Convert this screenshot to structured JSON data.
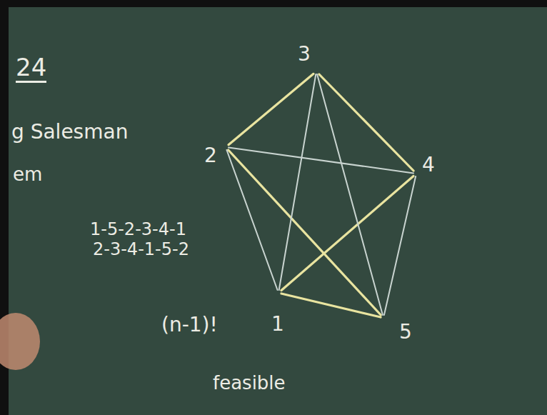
{
  "diagram": {
    "nodes": [
      {
        "text": [
          "3"
        ]
      },
      {
        "text": [
          "2"
        ]
      },
      {
        "text": [
          "4"
        ]
      },
      {
        "text": [
          "1"
        ]
      },
      {
        "text": [
          "5"
        ]
      }
    ],
    "edges": [
      {
        "from": 1,
        "to": 0,
        "arrow": "none"
      },
      {
        "from": 0,
        "to": 2,
        "arrow": "none"
      },
      {
        "from": 2,
        "to": 3,
        "arrow": "none"
      },
      {
        "from": 3,
        "to": 4,
        "arrow": "none"
      },
      {
        "from": 4,
        "to": 1,
        "arrow": "none"
      },
      {
        "from": 1,
        "to": 2,
        "arrow": "none"
      },
      {
        "from": 0,
        "to": 3,
        "arrow": "none"
      },
      {
        "from": 0,
        "to": 4,
        "arrow": "none"
      },
      {
        "from": 1,
        "to": 3,
        "arrow": "none"
      },
      {
        "from": 2,
        "to": 4,
        "arrow": "none"
      }
    ],
    "labels": [
      "24",
      "g Salesman",
      "em",
      "1-5-2-3-4-1",
      "2-3-4-1-5-2",
      "(n-1)!",
      "feasible"
    ]
  }
}
